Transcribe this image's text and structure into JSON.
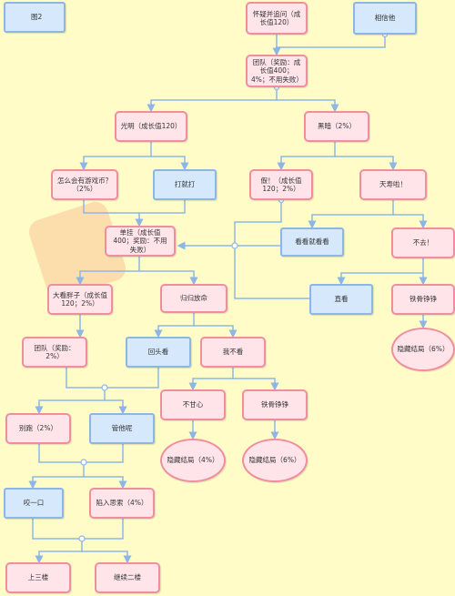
{
  "diagram": {
    "colors": {
      "pink_fill": "#ffe5ea",
      "pink_border": "#f08ea0",
      "blue_fill": "#d6e8fb",
      "blue_border": "#8db6e6",
      "edge": "#8db6e6",
      "background": "#fffcc8"
    },
    "nodes": [
      {
        "id": "fig2",
        "label": "图2",
        "style": "blue"
      },
      {
        "id": "doubt",
        "label": "怀疑并追问（成长值120）",
        "style": "pink"
      },
      {
        "id": "believe",
        "label": "相信他",
        "style": "blue"
      },
      {
        "id": "team1",
        "label": "团队（奖励：成长值400；4%；不用失败）",
        "style": "pink"
      },
      {
        "id": "bright",
        "label": "光明（成长值120）",
        "style": "pink"
      },
      {
        "id": "dark",
        "label": "黑暗（2%）",
        "style": "pink"
      },
      {
        "id": "how",
        "label": "怎么会有游戏币？（2%）",
        "style": "pink"
      },
      {
        "id": "hit",
        "label": "打就打",
        "style": "blue"
      },
      {
        "id": "fake",
        "label": "假！（成长值120；2%）",
        "style": "pink"
      },
      {
        "id": "dead",
        "label": "天寿啦！",
        "style": "pink"
      },
      {
        "id": "single",
        "label": "单挂（成长值400；奖励：不用失败）",
        "style": "pink"
      },
      {
        "id": "watch",
        "label": "看看就看看",
        "style": "blue"
      },
      {
        "id": "nogo",
        "label": "不去！",
        "style": "pink"
      },
      {
        "id": "bigguy",
        "label": "大看胖子（成长值120；2%）",
        "style": "pink"
      },
      {
        "id": "escape",
        "label": "归归放命",
        "style": "pink"
      },
      {
        "id": "look",
        "label": "直看",
        "style": "blue"
      },
      {
        "id": "tough1",
        "label": "铁骨铮铮",
        "style": "pink"
      },
      {
        "id": "team2",
        "label": "团队（奖励：2%）",
        "style": "pink"
      },
      {
        "id": "lookback",
        "label": "回头看",
        "style": "blue"
      },
      {
        "id": "nolook",
        "label": "我不看",
        "style": "pink"
      },
      {
        "id": "hidden6a",
        "label": "隐藏结局（6%）",
        "style": "ellipse"
      },
      {
        "id": "unwilling",
        "label": "不甘心",
        "style": "pink"
      },
      {
        "id": "tough2",
        "label": "铁骨铮铮",
        "style": "pink"
      },
      {
        "id": "run",
        "label": "别跑（2%）",
        "style": "pink"
      },
      {
        "id": "manage",
        "label": "管他呢",
        "style": "blue"
      },
      {
        "id": "hidden4",
        "label": "隐藏结局（4%）",
        "style": "ellipse"
      },
      {
        "id": "hidden6b",
        "label": "隐藏结局（6%）",
        "style": "ellipse"
      },
      {
        "id": "bite",
        "label": "咬一口",
        "style": "blue"
      },
      {
        "id": "think",
        "label": "陷入思索（4%）",
        "style": "pink"
      },
      {
        "id": "up3",
        "label": "上三楼",
        "style": "pink"
      },
      {
        "id": "cont2",
        "label": "继续二楼",
        "style": "pink"
      }
    ]
  }
}
